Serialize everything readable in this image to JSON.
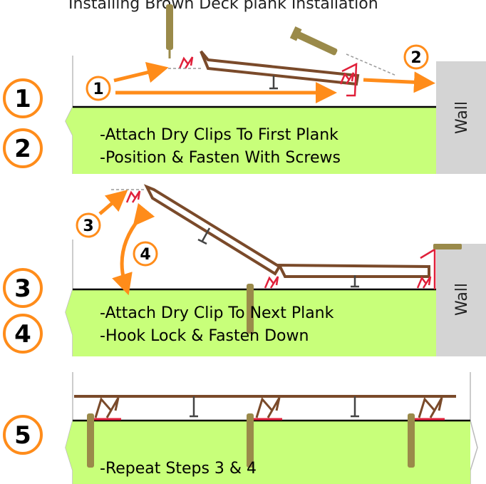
{
  "header": {
    "partial_text": "Installing Brown Deck plank Installation"
  },
  "colors": {
    "grass": "#c8ff7a",
    "plank": "#7a4a2a",
    "arrow": "#ff8c1a",
    "clip": "#e0203a",
    "wall": "#d4d4d4",
    "screw": "#9a8a4a"
  },
  "panel1": {
    "captions": [
      "-Attach Dry Clips To First Plank",
      "-Position & Fasten With Screws"
    ],
    "wall_label": "Wall",
    "markers": [
      "1",
      "2"
    ]
  },
  "panel2": {
    "captions": [
      "-Attach Dry Clip To Next Plank",
      "-Hook Lock & Fasten Down"
    ],
    "wall_label": "Wall",
    "markers": [
      "3",
      "4"
    ]
  },
  "panel3": {
    "captions": [
      "-Repeat Steps 3 & 4"
    ]
  },
  "steps": [
    "1",
    "2",
    "3",
    "4",
    "5"
  ]
}
